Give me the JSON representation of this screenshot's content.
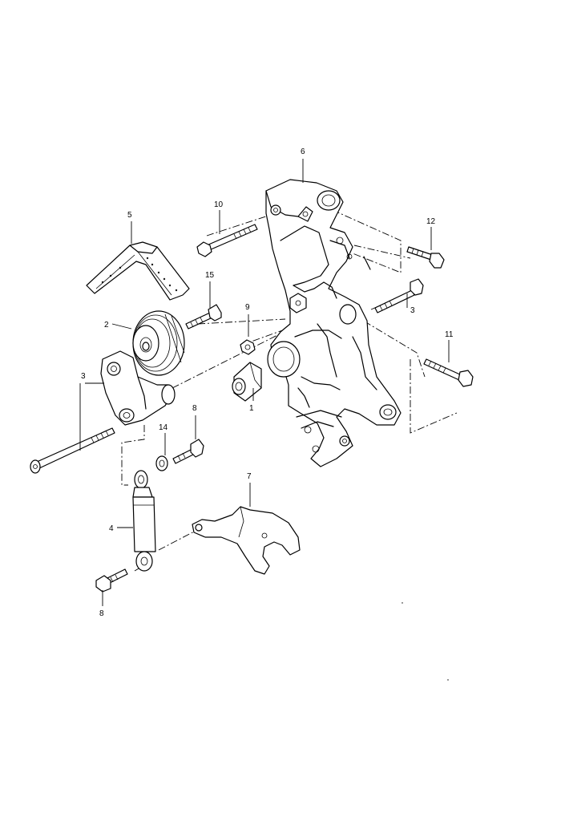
{
  "callouts": {
    "part_1": "1",
    "part_2": "2",
    "part_3_left": "3",
    "part_3_right": "3",
    "part_4": "4",
    "part_5": "5",
    "part_6": "6",
    "part_7": "7",
    "part_8_top": "8",
    "part_8_bottom": "8",
    "part_9": "9",
    "part_10": "10",
    "part_11": "11",
    "part_12": "12",
    "part_14": "14",
    "part_15": "15"
  }
}
